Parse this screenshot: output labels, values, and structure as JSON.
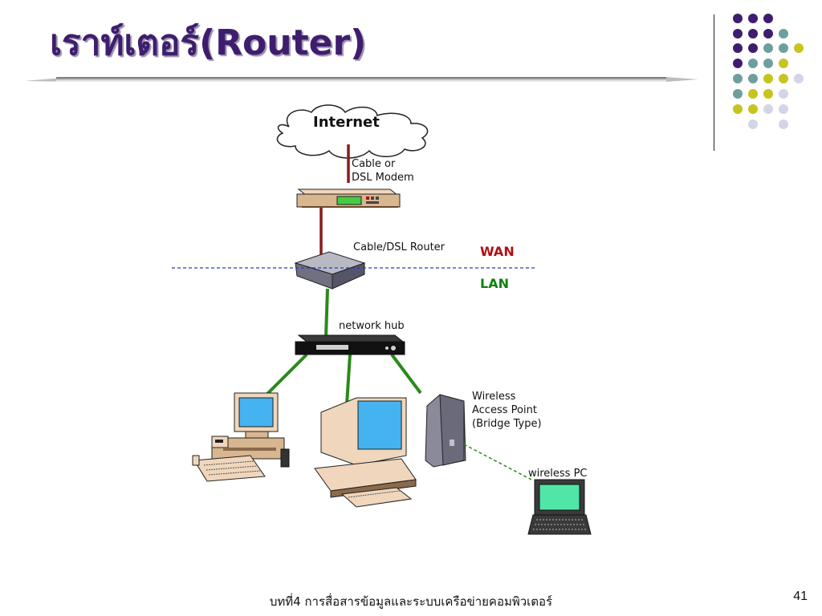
{
  "slide": {
    "title_thai": "เราท์เตอร์",
    "title_paren": "(Router)",
    "footer": "บทที่4 การสื่อสารข้อมูลและระบบเครือข่ายคอมพิวเตอร์",
    "page_number": "41"
  },
  "diagram": {
    "cloud": "Internet",
    "modem_label": "Cable or\nDSL Modem",
    "router_label": "Cable/DSL Router",
    "wan": "WAN",
    "lan": "LAN",
    "hub_label": "network hub",
    "ap_label": "Wireless\nAccess Point\n(Bridge Type)",
    "wireless_pc_label": "wireless PC"
  },
  "colors": {
    "title": "#3f1d6e",
    "wan": "#b01010",
    "lan": "#108010",
    "wan_cable": "#8b1a1a",
    "lan_cable": "#2a8a1a",
    "dashed_divider": "#1e3fd0",
    "dot_purple": "#3f1d6e",
    "dot_teal": "#6f9e9e",
    "dot_olive": "#c6c41f",
    "dot_lavender": "#d4d4e8"
  }
}
